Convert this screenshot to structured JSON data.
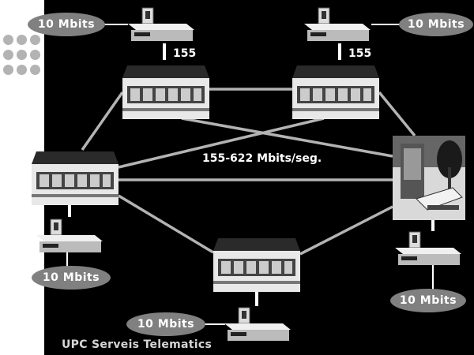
{
  "diagram": {
    "speed_label": "155-622 Mbits/seg.",
    "footer": "UPC Serveis Telematics",
    "labels_155": [
      "155",
      "155"
    ],
    "ovals": [
      "10 Mbits",
      "10 Mbits",
      "10 Mbits",
      "10 Mbits",
      "10 Mbits"
    ],
    "colors": {
      "background": "#000000",
      "oval": "#808080",
      "link": "#b3b3b3",
      "dots": "#b3b3b3"
    }
  }
}
